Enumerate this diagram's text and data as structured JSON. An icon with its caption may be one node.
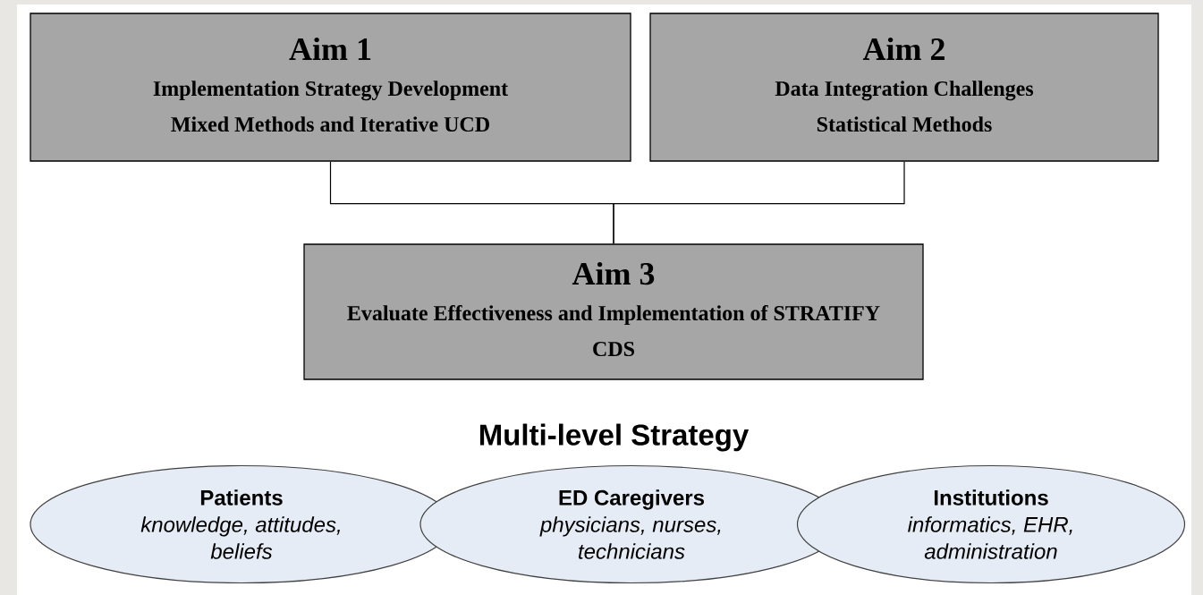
{
  "diagram": {
    "nodes": [
      {
        "text": [
          "Aim 1",
          "Implementation Strategy Development",
          "Mixed Methods and Iterative UCD"
        ]
      },
      {
        "text": [
          "Aim 2",
          "Data Integration Challenges",
          "Statistical Methods"
        ]
      },
      {
        "text": [
          "Aim 3",
          "Evaluate Effectiveness and Implementation of STRATIFY CDS"
        ]
      },
      {
        "text": [
          "Patients",
          "knowledge, attitudes, beliefs"
        ]
      },
      {
        "text": [
          "ED Caregivers",
          "physicians, nurses, technicians"
        ]
      },
      {
        "text": [
          "Institutions",
          "informatics, EHR, administration"
        ]
      }
    ],
    "edges": [
      {
        "from": 0,
        "to": 2,
        "arrow": "none"
      },
      {
        "from": 1,
        "to": 2,
        "arrow": "none"
      }
    ],
    "labels": [
      "Multi-level Strategy"
    ]
  }
}
